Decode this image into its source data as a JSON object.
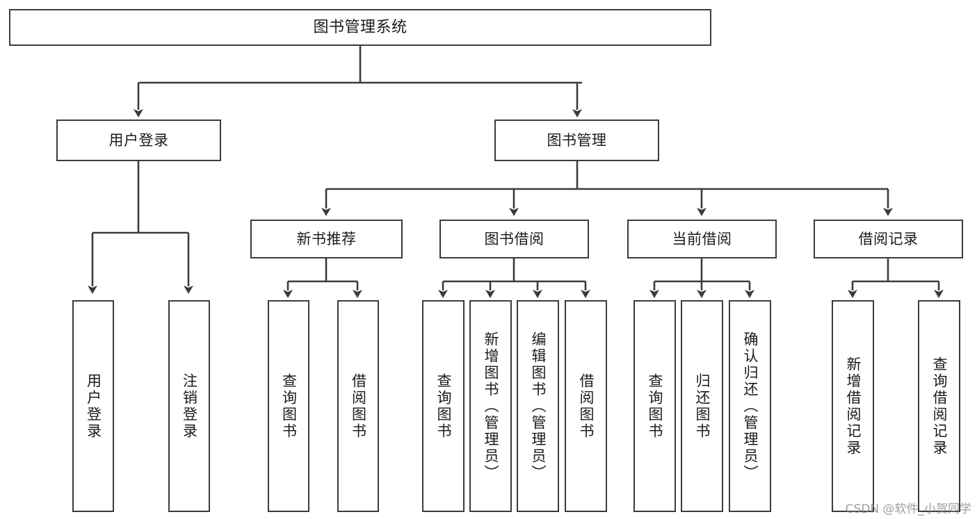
{
  "diagram": {
    "type": "tree",
    "title": "图书管理系统",
    "orientation": "top-down",
    "colors": {
      "box_border": "#3b3b3b",
      "box_fill": "#ffffff",
      "connector": "#3b3b3b",
      "text": "#1b1b1b",
      "watermark": "#8d8d8d"
    },
    "root": {
      "label": "图书管理系统"
    },
    "level2": [
      {
        "id": "user-login",
        "label": "用户登录"
      },
      {
        "id": "book-manage",
        "label": "图书管理"
      }
    ],
    "level3": [
      {
        "id": "new-book-recommend",
        "label": "新书推荐"
      },
      {
        "id": "book-borrow",
        "label": "图书借阅"
      },
      {
        "id": "current-borrow",
        "label": "当前借阅"
      },
      {
        "id": "borrow-record",
        "label": "借阅记录"
      }
    ],
    "leaves": {
      "user_login": [
        {
          "id": "leaf-user-login",
          "label": "用户登录"
        },
        {
          "id": "leaf-logout",
          "label": "注销登录"
        }
      ],
      "new_book_recommend": [
        {
          "id": "leaf-query-book-1",
          "label": "查询图书"
        },
        {
          "id": "leaf-borrow-book-1",
          "label": "借阅图书"
        }
      ],
      "book_borrow": [
        {
          "id": "leaf-query-book-2",
          "label": "查询图书"
        },
        {
          "id": "leaf-add-book",
          "label": "新增图书（管理员）"
        },
        {
          "id": "leaf-edit-book",
          "label": "编辑图书（管理员）"
        },
        {
          "id": "leaf-borrow-book-2",
          "label": "借阅图书"
        }
      ],
      "current_borrow": [
        {
          "id": "leaf-query-book-3",
          "label": "查询图书"
        },
        {
          "id": "leaf-return-book",
          "label": "归还图书"
        },
        {
          "id": "leaf-confirm-return",
          "label": "确认归还（管理员）"
        }
      ],
      "borrow_record": [
        {
          "id": "leaf-add-record",
          "label": "新增借阅记录"
        },
        {
          "id": "leaf-query-record",
          "label": "查询借阅记录"
        }
      ]
    }
  },
  "watermark": {
    "text": "CSDN @软件_小贺同学"
  }
}
